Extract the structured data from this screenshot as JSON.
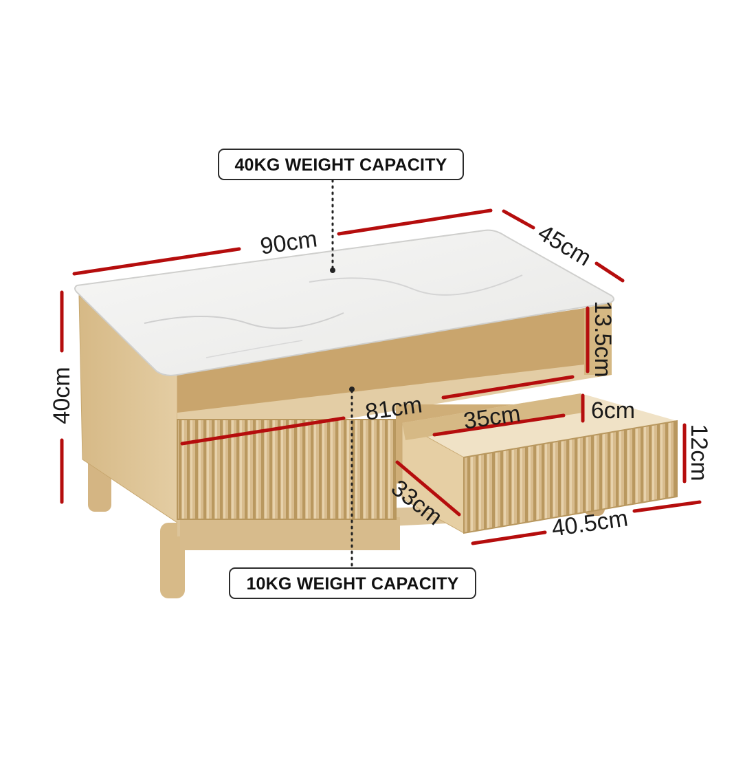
{
  "labels": {
    "top_capacity": "40KG WEIGHT CAPACITY",
    "drawer_capacity": "10KG WEIGHT CAPACITY",
    "width_overall": "90cm",
    "depth_overall": "45cm",
    "height_overall": "40cm",
    "shelf_height": "13.5cm",
    "shelf_width": "81cm",
    "drawer_inner_width": "35cm",
    "drawer_inner_height": "6cm",
    "drawer_front_height": "12cm",
    "drawer_depth": "33cm",
    "drawer_front_width": "40.5cm"
  },
  "colors": {
    "dimension_line": "#b50d0d",
    "wood": "#d9bf93",
    "marble": "#f1f1f0",
    "badge_border": "#2b2b2b"
  }
}
